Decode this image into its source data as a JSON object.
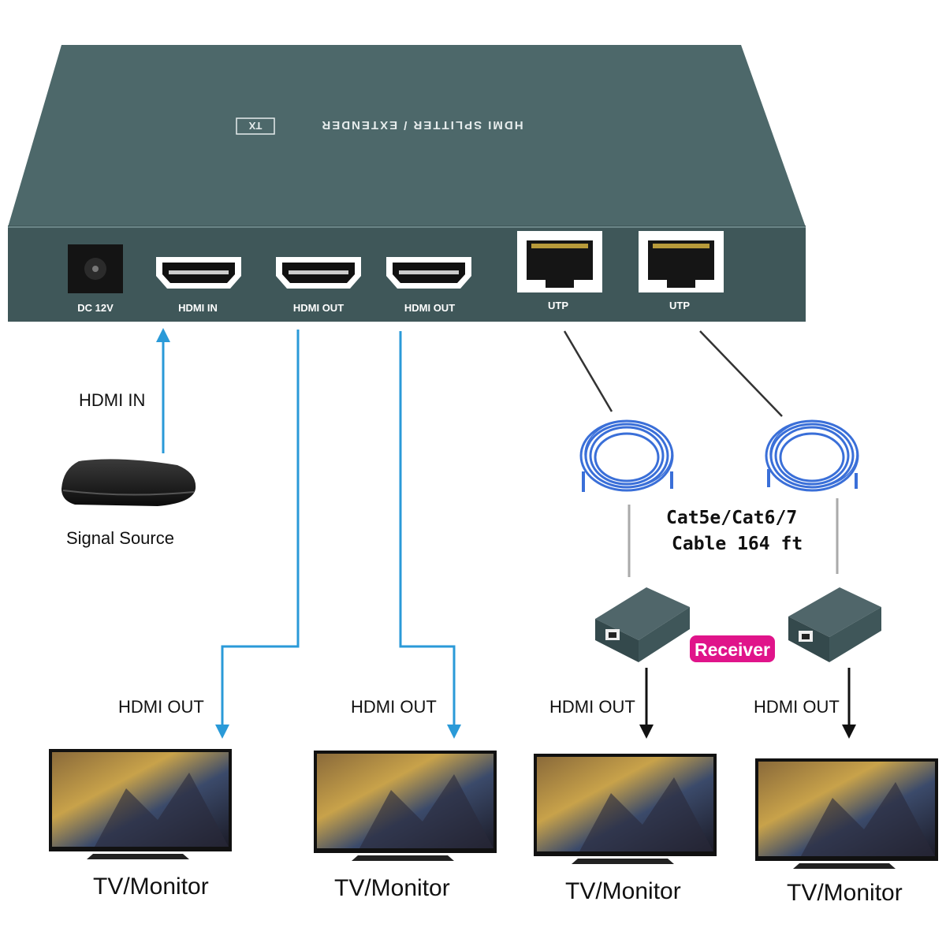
{
  "device": {
    "top_label": "HDMI SPLITTER / EXTENDER",
    "tx_badge": "TX",
    "body_color": "#4a6466",
    "ports": {
      "dc": "DC 12V",
      "hdmi_in": "HDMI IN",
      "hdmi_out_1": "HDMI OUT",
      "hdmi_out_2": "HDMI OUT",
      "utp_1": "UTP",
      "utp_2": "UTP"
    }
  },
  "flow": {
    "hdmi_in": "HDMI IN",
    "signal_source": "Signal Source",
    "hdmi_out_1": "HDMI OUT",
    "hdmi_out_2": "HDMI OUT",
    "hdmi_out_3": "HDMI OUT",
    "hdmi_out_4": "HDMI OUT"
  },
  "cable": {
    "line1": "Cat5e/Cat6/7",
    "line2": "Cable  164 ft",
    "color": "#3a6fd8"
  },
  "receiver": {
    "label": "Receiver",
    "badge_color": "#e0148a"
  },
  "tvs": {
    "tv1": "TV/Monitor",
    "tv2": "TV/Monitor",
    "tv3": "TV/Monitor",
    "tv4": "TV/Monitor"
  },
  "colors": {
    "hdmi_line": "#2a9ad8",
    "utp_line": "#333333"
  }
}
